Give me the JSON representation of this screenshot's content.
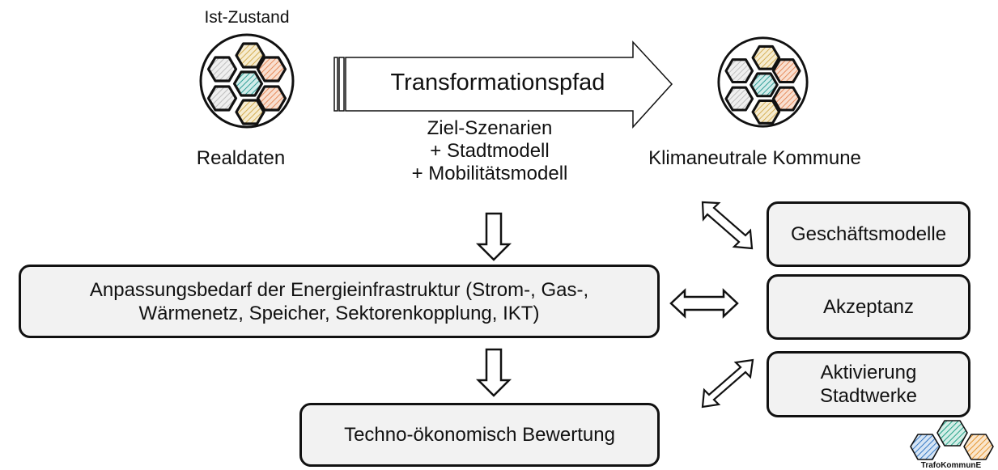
{
  "top": {
    "current_state_label": "Ist-Zustand",
    "current_icon_caption": "Realdaten",
    "arrow_label": "Transformationspfad",
    "arrow_sublines": [
      "Ziel-Szenarien",
      "+ Stadtmodell",
      "+ Mobilitätsmodell"
    ],
    "target_icon_caption": "Klimaneutrale Kommune"
  },
  "hex_colors": {
    "grey": "#cfcfcf",
    "yellow": "#d9b65a",
    "orange": "#e8905e",
    "teal": "#3aa59e",
    "blue": "#3d7fc8",
    "logo_teal": "#2aa58c",
    "logo_orange": "#e89a3c"
  },
  "boxes": {
    "infrastructure": {
      "line1": "Anpassungsbedarf der Energieinfrastruktur (Strom-, Gas-,",
      "line2": "Wärmenetz, Speicher, Sektorenkopplung, IKT)"
    },
    "evaluation": "Techno-ökonomisch Bewertung",
    "business_models": "Geschäftsmodelle",
    "acceptance": "Akzeptanz",
    "utilities": {
      "line1": "Aktivierung",
      "line2": "Stadtwerke"
    }
  },
  "logo": {
    "caption": "TrafoKommunE"
  }
}
